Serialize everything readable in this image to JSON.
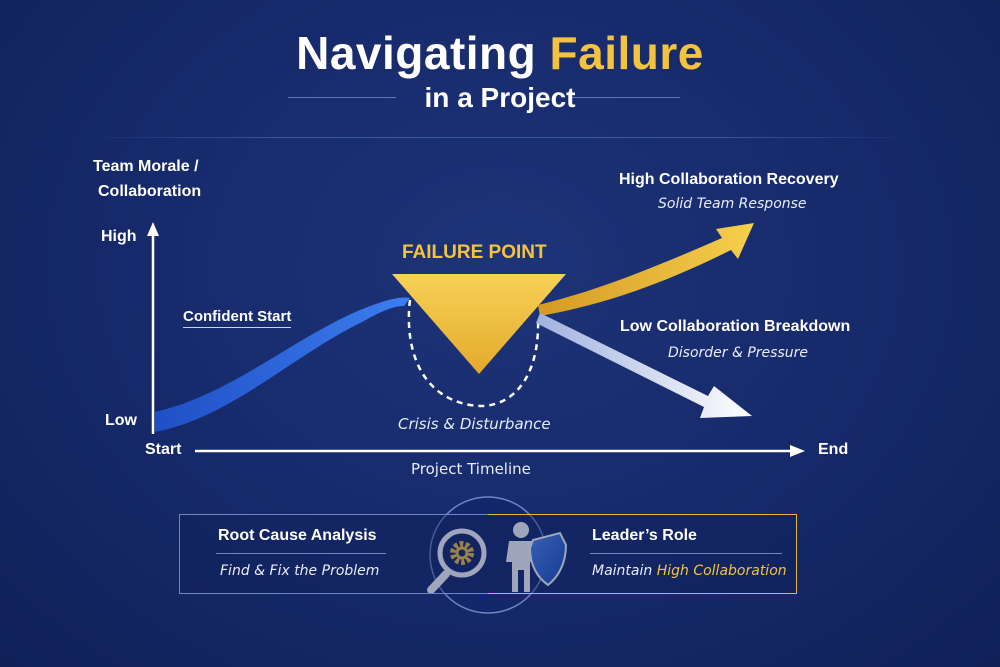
{
  "header": {
    "title_part1": "Navigating",
    "title_part2": "Failure",
    "subtitle": "in a Project"
  },
  "axes": {
    "y_label_line1": "Team Morale /",
    "y_label_line2": "Collaboration",
    "y_high": "High",
    "y_low": "Low",
    "x_start": "Start",
    "x_end": "End",
    "x_label": "Project Timeline"
  },
  "stages": {
    "confident_start": "Confident Start",
    "failure_point": "FAILURE POINT",
    "crisis": "Crisis & Disturbance",
    "recovery_title": "High Collaboration Recovery",
    "recovery_sub": "Solid Team Response",
    "breakdown_title": "Low Collaboration Breakdown",
    "breakdown_sub": "Disorder & Pressure"
  },
  "bottom": {
    "left_title": "Root Cause Analysis",
    "left_sub": "Find & Fix the Problem",
    "right_title": "Leader’s Role",
    "right_sub_prefix": "Maintain ",
    "right_sub_highlight": "High Collaboration"
  },
  "icons": {
    "magnifier": "magnifier-gear-icon",
    "leader": "leader-shield-icon"
  },
  "colors": {
    "background": "#16296a",
    "accent_gold": "#f3c33f",
    "accent_blue": "#2f6fe0",
    "text": "#ffffff"
  }
}
